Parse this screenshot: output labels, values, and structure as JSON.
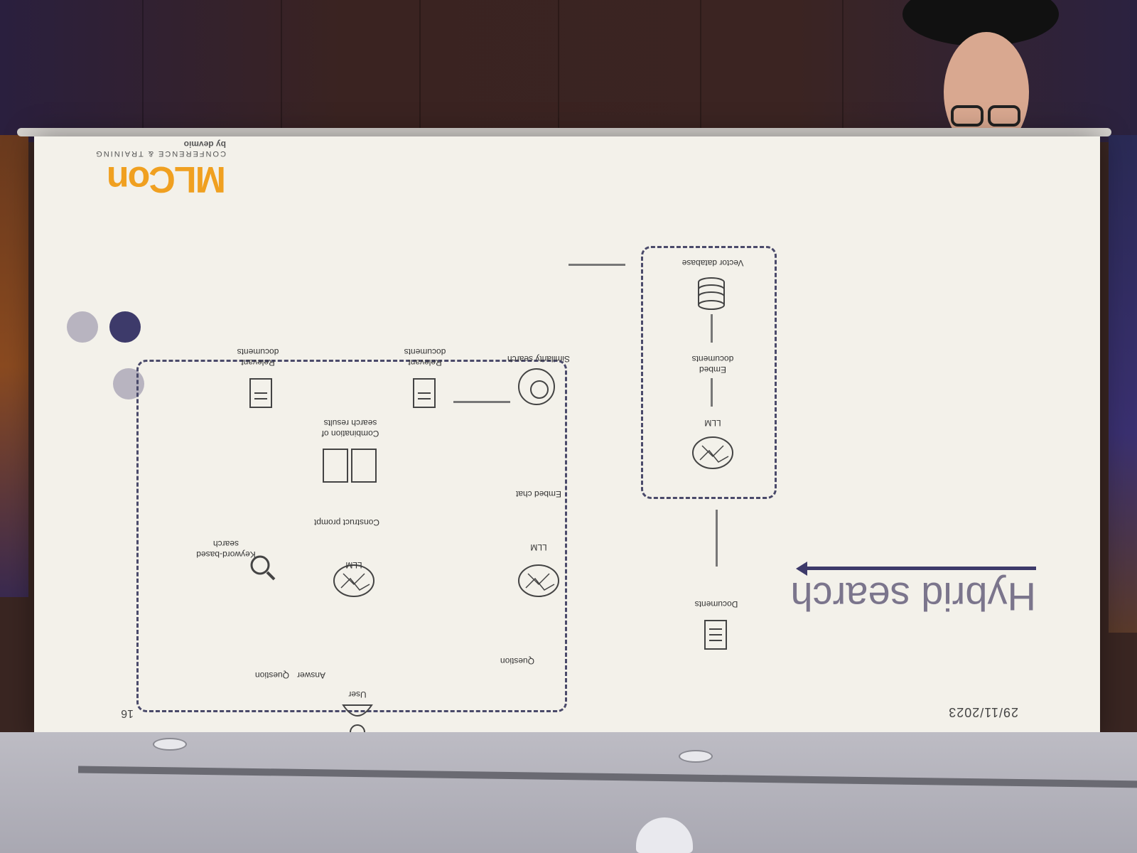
{
  "slide": {
    "title": "Hybrid search",
    "date": "29/11/2023",
    "page_number": "16",
    "logo": {
      "main": "MLCon",
      "sub": "CONFERENCE & TRAINING",
      "by": "by devmio"
    }
  },
  "pipeline": {
    "documents": "Documents",
    "llm": "LLM",
    "embed_documents": "Embed documents",
    "vector_database": "Vector database"
  },
  "query": {
    "user": "User",
    "question_1": "Question",
    "question_2": "Question",
    "answer": "Answer",
    "llm_embed": "LLM",
    "embed_chat": "Embed chat",
    "similarity_search": "Similarity search",
    "relevant_documents_1": "Relevant documents",
    "relevant_documents_2": "Relevant documents",
    "keyword_search": "Keyword-based search",
    "combination": "Combination of search results",
    "construct_prompt": "Construct prompt",
    "llm_answer": "LLM"
  },
  "colors": {
    "accent": "#3d3a6a",
    "logo": "#f0a020",
    "screen": "#f3f1ea"
  }
}
